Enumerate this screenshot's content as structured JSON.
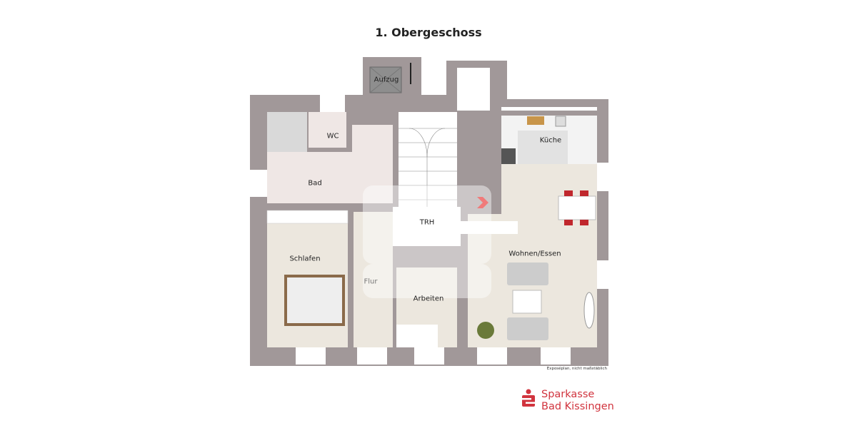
{
  "title": "1. Obergeschoss",
  "rooms": {
    "aufzug": "Aufzug",
    "wc": "WC",
    "bad": "Bad",
    "kueche": "Küche",
    "trh": "TRH",
    "wohnen": "Wohnen/Essen",
    "schlafen": "Schlafen",
    "flur": "Flur",
    "arbeiten": "Arbeiten"
  },
  "note": "Exposéplan, nicht maßstäblich",
  "logo": {
    "line1": "Sparkasse",
    "line2": "Bad Kissingen",
    "color": "#d1343e"
  },
  "colors": {
    "wall": "#a19899",
    "floor": "#ece7de",
    "tile": "#efe7e5",
    "arrow": "#f07a7a"
  }
}
